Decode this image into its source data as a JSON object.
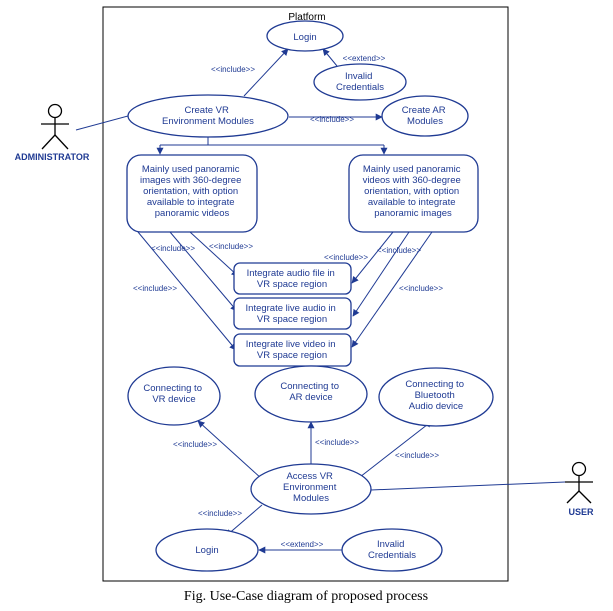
{
  "diagram": {
    "system_title": "Platform",
    "caption": "Fig. Use-Case diagram of proposed process",
    "colors": {
      "line": "#1f3a93",
      "text": "#1f3a93",
      "boundary": "#000000"
    },
    "actors": {
      "administrator": "ADMINISTRATOR",
      "user": "USER"
    },
    "use_cases": {
      "login_top": "Login",
      "invalid_credentials_top": [
        "Invalid",
        "Credentials"
      ],
      "create_vr": [
        "Create VR",
        "Environment Modules"
      ],
      "create_ar": [
        "Create AR",
        "Modules"
      ],
      "panoramic_images": [
        "Mainly used panoramic",
        "images with 360-degree",
        "orientation, with option",
        "available to integrate",
        "panoramic videos"
      ],
      "panoramic_videos": [
        "Mainly used panoramic",
        "videos with 360-degree",
        "orientation, with option",
        "available to integrate",
        "panoramic images"
      ],
      "integrate_audio": [
        "Integrate audio file in",
        "VR space region"
      ],
      "integrate_live_audio": [
        "Integrate live audio in",
        "VR space region"
      ],
      "integrate_live_video": [
        "Integrate live video in",
        "VR space region"
      ],
      "connect_vr": [
        "Connecting to",
        "VR device"
      ],
      "connect_ar": [
        "Connecting to",
        "AR device"
      ],
      "connect_bt": [
        "Connecting to",
        "Bluetooth",
        "Audio device"
      ],
      "access_vr": [
        "Access VR",
        "Environment",
        "Modules"
      ],
      "login_bottom": "Login",
      "invalid_credentials_bottom": [
        "Invalid",
        "Credentials"
      ]
    },
    "relations": {
      "include": "<<include>>",
      "extend": "<<extend>>"
    }
  }
}
